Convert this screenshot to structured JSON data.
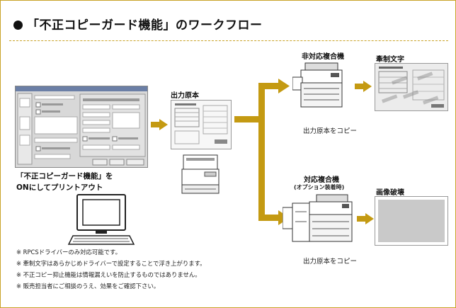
{
  "title": "「不正コピーガード機能」のワークフロー",
  "step_output_original": "出力原本",
  "step_noncompatible_device": "非対応複合機",
  "step_watermark_text": "牽制文字",
  "step_compatible_device_line1": "対応複合機",
  "step_compatible_device_line2": "(オプション装着時)",
  "step_image_destroyed": "画像破壊",
  "caption_print_line1": "「不正コピーガード機能」を",
  "caption_print_line2": "ONにしてプリントアウト",
  "caption_copy_top": "出力原本をコピー",
  "caption_copy_bottom": "出力原本をコピー",
  "notes": [
    "※ RPCSドライバーのみ対応可能です。",
    "※ 牽制文字はあらかじめドライバーで設定することで浮き上がります。",
    "※ 不正コピー抑止機能は情報漏えいを防止するものではありません。",
    "※ 販売担当者にご相談のうえ、効果をご確認下さい。"
  ],
  "colors": {
    "arrow": "#c49a12",
    "border": "#c9a227",
    "title_text": "#111111"
  },
  "icons": [
    "printer-driver-dialog",
    "document-icon",
    "laser-printer-icon",
    "computer-icon",
    "multifunction-copier-icon",
    "watermark-copy-icon",
    "destroyed-image-icon"
  ]
}
